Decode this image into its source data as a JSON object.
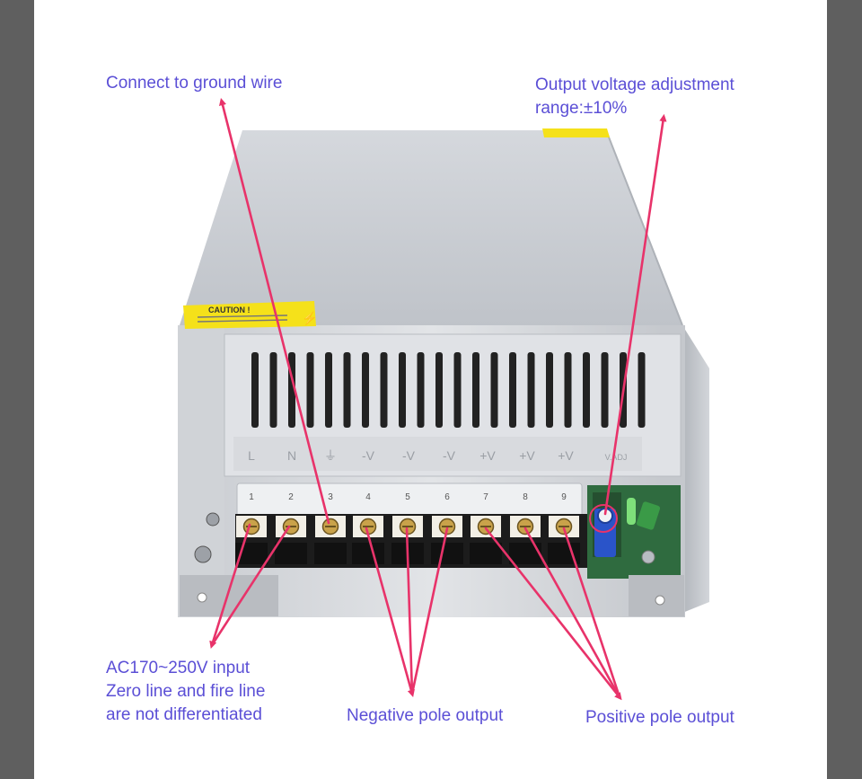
{
  "labels": {
    "ground": "Connect to ground wire",
    "adjust_1": "Output voltage adjustment",
    "adjust_2": "range:±10%",
    "ac_1": "AC170~250V input",
    "ac_2": "Zero line and fire line",
    "ac_3": "are not differentiated",
    "negative": "Negative pole output",
    "positive": "Positive pole output"
  },
  "device": {
    "caution_label": "CAUTION !",
    "terminal_numbers": [
      "1",
      "2",
      "3",
      "4",
      "5",
      "6",
      "7",
      "8",
      "9"
    ],
    "terminal_marks": [
      "L",
      "N",
      "⏚",
      "-V",
      "-V",
      "-V",
      "+V",
      "+V",
      "+V",
      "V.ADJ"
    ]
  },
  "colors": {
    "label_text": "#5b4fd6",
    "arrow": "#e8336a",
    "background": "#5f5f5f",
    "sheet": "#ffffff",
    "case": "#c4c7cc",
    "terminal_block": "#1c1c1c",
    "caution": "#f5e11a",
    "trimmer": "#2a54c9",
    "pcb": "#2f6b3f"
  }
}
